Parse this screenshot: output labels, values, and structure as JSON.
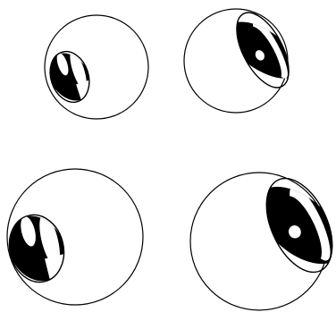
{
  "figure": {
    "background_color": "#ffffff",
    "stroke_color": "#000000",
    "ink_color": "#000000",
    "panels": [
      {
        "id": "top-left",
        "eye_style": "banded",
        "eye_side": "left"
      },
      {
        "id": "top-right",
        "eye_style": "pupil",
        "eye_side": "right"
      },
      {
        "id": "bottom-left",
        "eye_style": "banded",
        "eye_side": "left"
      },
      {
        "id": "bottom-right",
        "eye_style": "pupil",
        "eye_side": "right"
      }
    ]
  }
}
